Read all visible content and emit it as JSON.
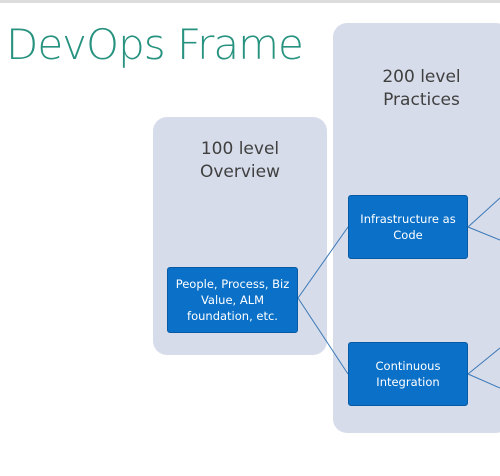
{
  "slide": {
    "title": "DevOps Frame"
  },
  "columns": {
    "level_100": {
      "heading": "100 level\nOverview"
    },
    "level_200": {
      "heading": "200 level\nPractices"
    }
  },
  "nodes": {
    "people_process": "People, Process, Biz\nValue, ALM\nfoundation, etc.",
    "infrastructure_as_code": "Infrastructure as\nCode",
    "continuous_integration": "Continuous\nIntegration"
  },
  "colors": {
    "title": "#27927f",
    "column_bg": "#d6dce9",
    "node_fill": "#0a70c8",
    "connector": "#3a78b8"
  }
}
